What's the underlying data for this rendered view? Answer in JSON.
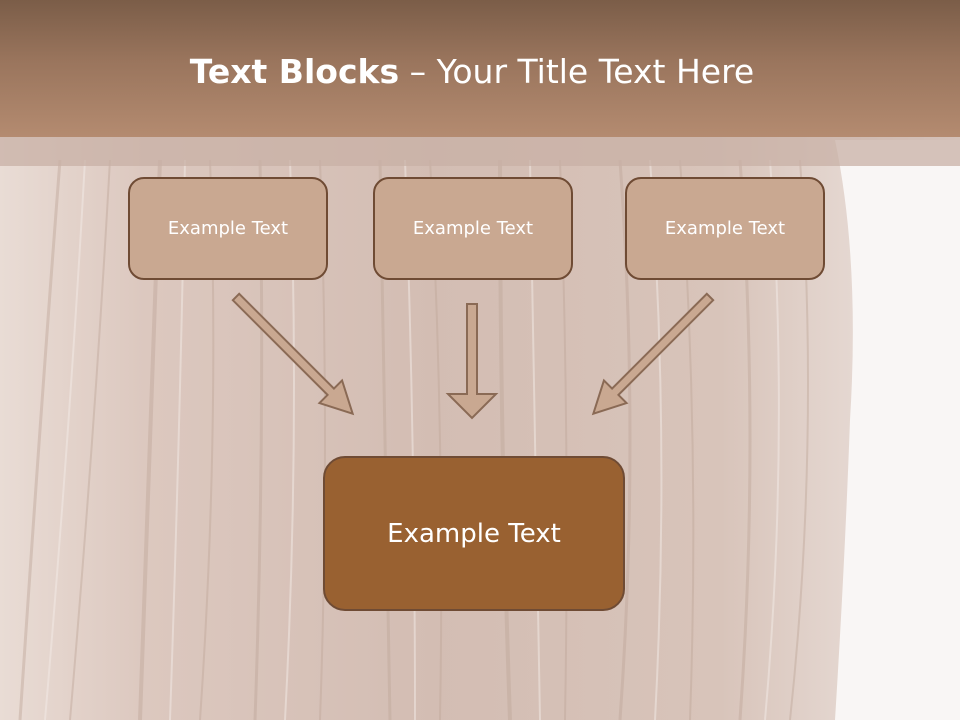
{
  "title": {
    "bold": "Text Blocks",
    "separator": " – ",
    "rest": "Your Title Text Here"
  },
  "boxes": {
    "top": [
      "Example Text",
      "Example Text",
      "Example Text"
    ],
    "bottom": "Example Text"
  },
  "colors": {
    "title_bar": "#9a755d",
    "box_fill": "#c9a891",
    "box_border": "#6f4b34",
    "bottom_box_fill": "#996131",
    "arrow_fill": "#c9a891",
    "arrow_stroke": "#8a6a55"
  }
}
